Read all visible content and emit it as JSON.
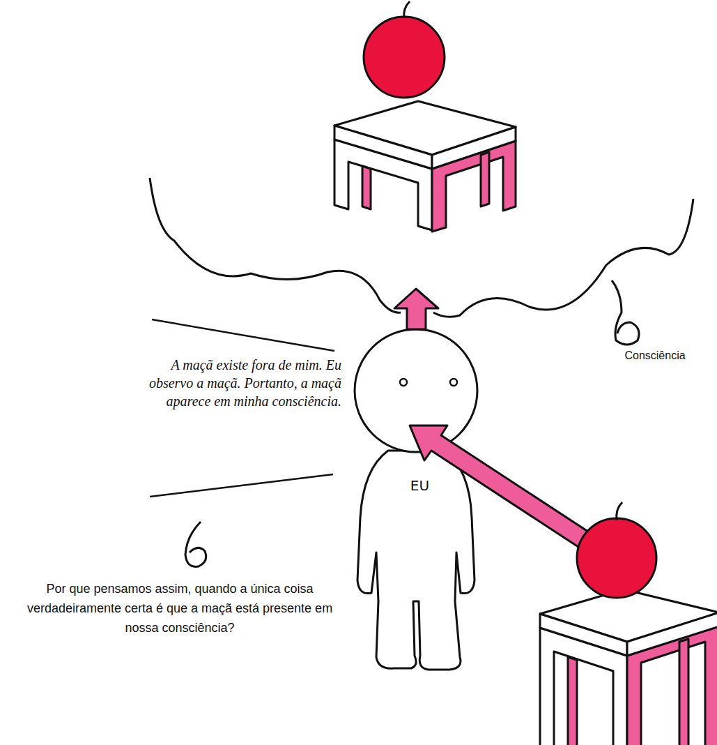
{
  "diagram": {
    "nodes": [
      {
        "text": [
          "EU"
        ]
      }
    ],
    "labels": [
      "A maçã existe fora de mim. Eu observo a maçã. Portanto, a maçã aparece em minha consciência.",
      "Consciência",
      "Por que pensamos assim, quando a única coisa verdadeiramente certa é que a maçã está presente em nossa consciência?"
    ]
  }
}
